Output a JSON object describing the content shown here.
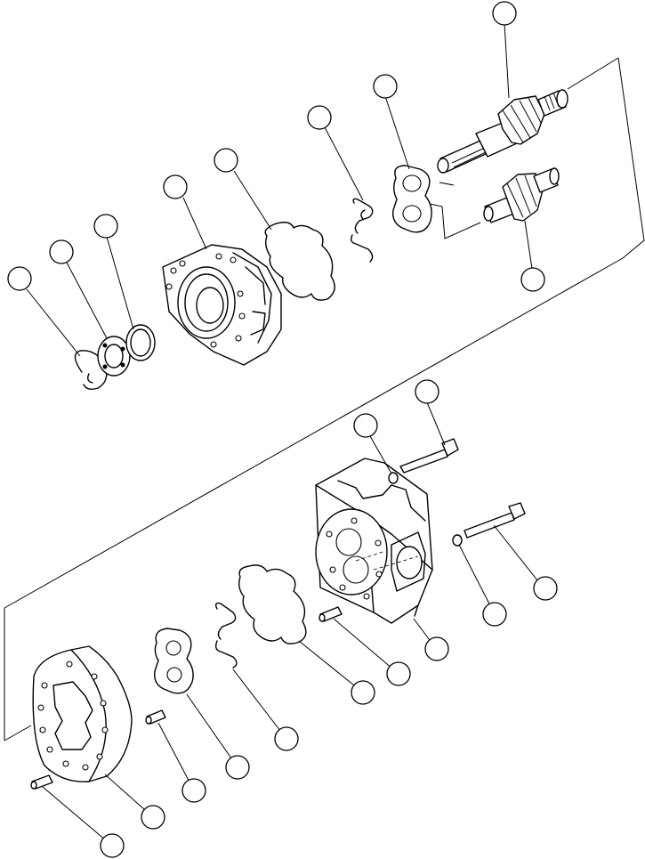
{
  "diagram": {
    "type": "exploded-parts-view",
    "callouts": [
      {
        "id": "callout-1",
        "label": ""
      },
      {
        "id": "callout-2",
        "label": ""
      },
      {
        "id": "callout-3",
        "label": ""
      },
      {
        "id": "callout-4",
        "label": ""
      },
      {
        "id": "callout-5",
        "label": ""
      },
      {
        "id": "callout-6",
        "label": ""
      },
      {
        "id": "callout-7",
        "label": ""
      },
      {
        "id": "callout-8",
        "label": ""
      },
      {
        "id": "callout-9",
        "label": ""
      },
      {
        "id": "callout-10",
        "label": ""
      },
      {
        "id": "callout-11",
        "label": ""
      },
      {
        "id": "callout-12",
        "label": ""
      },
      {
        "id": "callout-13",
        "label": ""
      },
      {
        "id": "callout-14",
        "label": ""
      },
      {
        "id": "callout-15",
        "label": ""
      },
      {
        "id": "callout-16",
        "label": ""
      },
      {
        "id": "callout-17",
        "label": ""
      },
      {
        "id": "callout-18",
        "label": ""
      },
      {
        "id": "callout-19",
        "label": ""
      },
      {
        "id": "callout-20",
        "label": ""
      },
      {
        "id": "callout-21",
        "label": ""
      },
      {
        "id": "callout-22",
        "label": ""
      }
    ]
  }
}
